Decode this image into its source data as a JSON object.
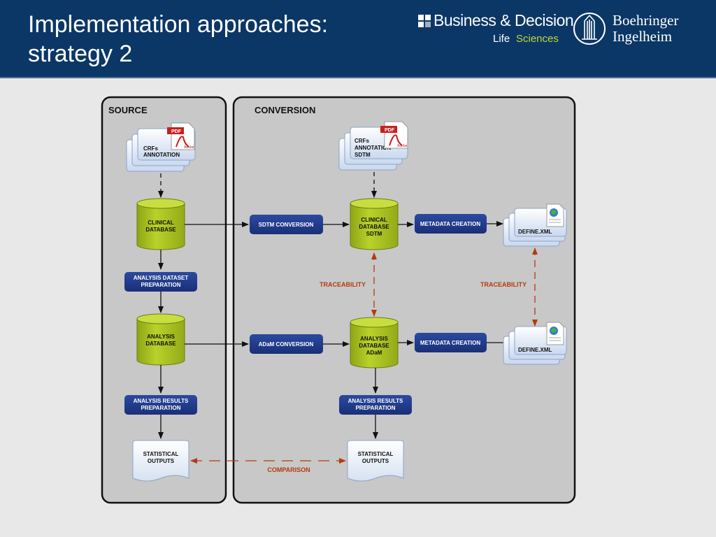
{
  "header": {
    "title_line1": "Implementation approaches:",
    "title_line2": "strategy 2",
    "logo_business_decision": "Business & Decision",
    "logo_life": "Life",
    "logo_sciences": "Sciences",
    "logo_bi_line1": "Boehringer",
    "logo_bi_line2": "Ingelheim"
  },
  "panels": {
    "source": "SOURCE",
    "conversion": "CONVERSION"
  },
  "source_column": {
    "crf_line1": "CRFs",
    "crf_line2": "ANNOTATION",
    "clinical_db_line1": "CLINICAL",
    "clinical_db_line2": "DATABASE",
    "analysis_prep_line1": "ANALYSIS DATASET",
    "analysis_prep_line2": "PREPARATION",
    "analysis_db_line1": "ANALYSIS",
    "analysis_db_line2": "DATABASE",
    "results_prep_line1": "ANALYSIS RESULTS",
    "results_prep_line2": "PREPARATION",
    "stat_line1": "STATISTICAL",
    "stat_line2": "OUTPUTS"
  },
  "conversion_column": {
    "sdtm_conversion": "SDTM CONVERSION",
    "adam_conversion": "ADaM CONVERSION",
    "crf_line1": "CRFs",
    "crf_line2": "ANNOTATION",
    "crf_line3": "SDTM",
    "clinical_sdtm_line1": "CLINICAL",
    "clinical_sdtm_line2": "DATABASE",
    "clinical_sdtm_line3": "SDTM",
    "analysis_adam_line1": "ANALYSIS",
    "analysis_adam_line2": "DATABASE",
    "analysis_adam_line3": "ADaM",
    "metadata_creation_1": "METADATA CREATION",
    "metadata_creation_2": "METADATA CREATION",
    "define_xml_1": "DEFINE.XML",
    "define_xml_2": "DEFINE.XML",
    "traceability_1": "TRACEABILITY",
    "traceability_2": "TRACEABILITY",
    "results_prep_line1": "ANALYSIS RESULTS",
    "results_prep_line2": "PREPARATION",
    "stat_line1": "STATISTICAL",
    "stat_line2": "OUTPUTS",
    "comparison": "COMPARISON"
  },
  "icons": {
    "pdf": "PDF",
    "adobe": "Adobe"
  },
  "colors": {
    "header_bg": "#0b3766",
    "process_box": "#1e3a8a",
    "database": "#a8c020",
    "trace_arrow": "#b33a0e",
    "panel_bg": "#c8c8c8"
  }
}
